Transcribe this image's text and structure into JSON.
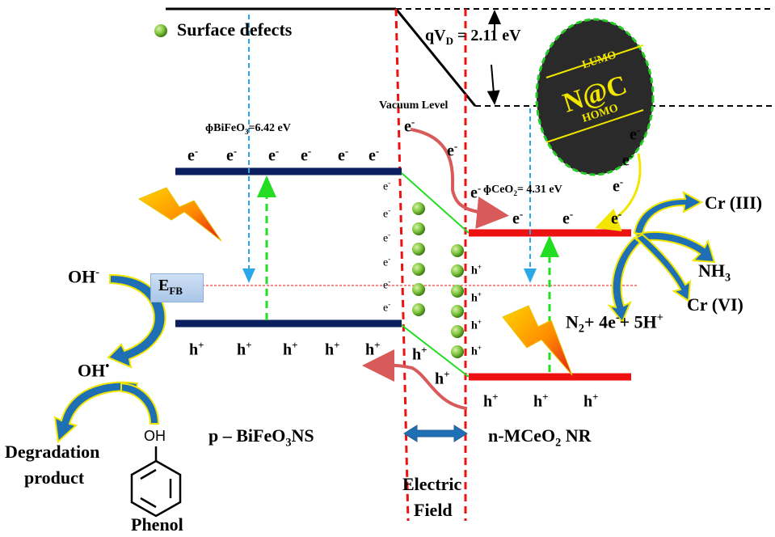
{
  "labels": {
    "surface_defects": "Surface defects",
    "qvd_prefix": "qV",
    "qvd_sub": "D",
    "qvd_value": "= 2.11 eV",
    "vacuum_level": "Vacuum Level",
    "phi_bifeo3_prefix": "ɸBiFeO",
    "phi_bifeo3_sub": "3",
    "phi_bifeo3_value": "=6.42 eV",
    "phi_ceo2_prefix": "ɸCeO",
    "phi_ceo2_sub": "2",
    "phi_ceo2_value": "= 4.31 eV",
    "lumo": "LUMO",
    "homo": "HOMO",
    "nac": "N@C",
    "efb_main": "E",
    "efb_sub": "FB",
    "oh_minus": "OH",
    "oh_minus_sup": "-",
    "oh_radical": "OH",
    "oh_radical_sup": "•",
    "degradation_line1": "Degradation",
    "degradation_line2": "product",
    "phenol_oh": "OH",
    "phenol": "Phenol",
    "p_bifeo3_prefix": "p – BiFeO",
    "p_bifeo3_sub": "3",
    "p_bifeo3_suffix": "NS",
    "n_mceo2_prefix": "n-MCeO",
    "n_mceo2_sub": "2",
    "n_mceo2_suffix": "NR",
    "electric_line1": "Electric",
    "electric_line2": "Field",
    "cr3": "Cr (III)",
    "nh3_main": "NH",
    "nh3_sub": "3",
    "cr6": "Cr (VI)",
    "n2_reaction_a": "N",
    "n2_reaction_sub": "2",
    "n2_reaction_b": "+ 4e",
    "n2_reaction_sup1": "-",
    "n2_reaction_c": "+ 5H",
    "n2_reaction_sup2": "+",
    "electron": "e",
    "electron_sup": "-",
    "hole": "h",
    "hole_sup": "+"
  },
  "colors": {
    "p_band": "#0b1f5e",
    "n_band": "#ee1111",
    "junction_line": "#ee1111",
    "blue_dash": "#2aa8e8",
    "green_dash": "#22dd22",
    "curved_arrow": "#d85a5a",
    "big_arrow": "#1f6fb5",
    "big_arrow_outline": "#f2e600",
    "defect_ball": "#7cc33a",
    "nac_fill": "#2a2a2a",
    "nac_border": "#22cc22",
    "nac_text": "#f2e600"
  }
}
